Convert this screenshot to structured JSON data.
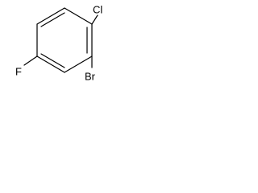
{
  "structure": {
    "type": "benzene-ring",
    "aromatic": true,
    "double_bond_sides": [
      "top-left",
      "right",
      "bottom-left"
    ],
    "substituents": [
      {
        "atom": "Cl",
        "position": "upper-right"
      },
      {
        "atom": "F",
        "position": "left"
      },
      {
        "atom": "Br",
        "position": "lower-right"
      }
    ]
  },
  "labels": {
    "chlorine": "Cl",
    "fluorine": "F",
    "bromine": "Br"
  },
  "colors": {
    "bond": "#000000",
    "text": "#000000",
    "background": "#ffffff"
  }
}
